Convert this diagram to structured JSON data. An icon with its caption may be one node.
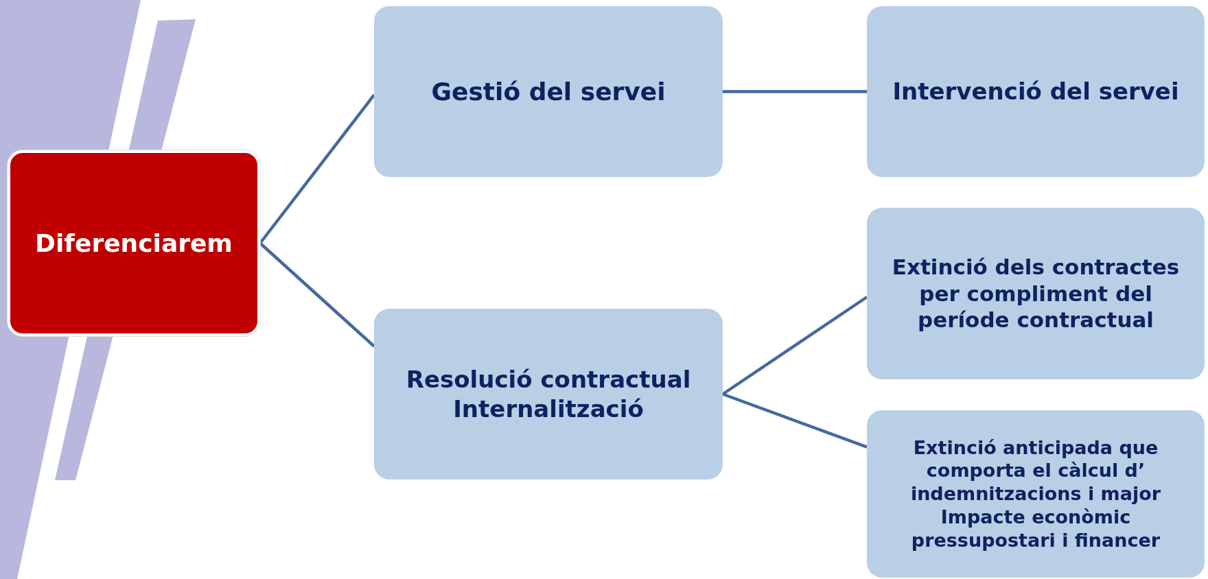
{
  "diagram": {
    "nodes": [
      {
        "text": [
          "Diferenciarem"
        ]
      },
      {
        "text": [
          "Gestió del servei"
        ]
      },
      {
        "text": [
          "Intervenció del servei"
        ]
      },
      {
        "text": [
          "Resolució contractual Internalització"
        ]
      },
      {
        "text": [
          "Extinció dels contractes per compliment del període contractual"
        ]
      },
      {
        "text": [
          "Extinció anticipada que comporta  el càlcul d’ indemnitzacions i major Impacte econòmic pressupostari i financer"
        ]
      }
    ],
    "edges": [
      {
        "from": 0,
        "to": 1,
        "arrow": "none"
      },
      {
        "from": 0,
        "to": 3,
        "arrow": "none"
      },
      {
        "from": 1,
        "to": 2,
        "arrow": "none"
      },
      {
        "from": 3,
        "to": 4,
        "arrow": "none"
      },
      {
        "from": 3,
        "to": 5,
        "arrow": "none"
      }
    ]
  }
}
